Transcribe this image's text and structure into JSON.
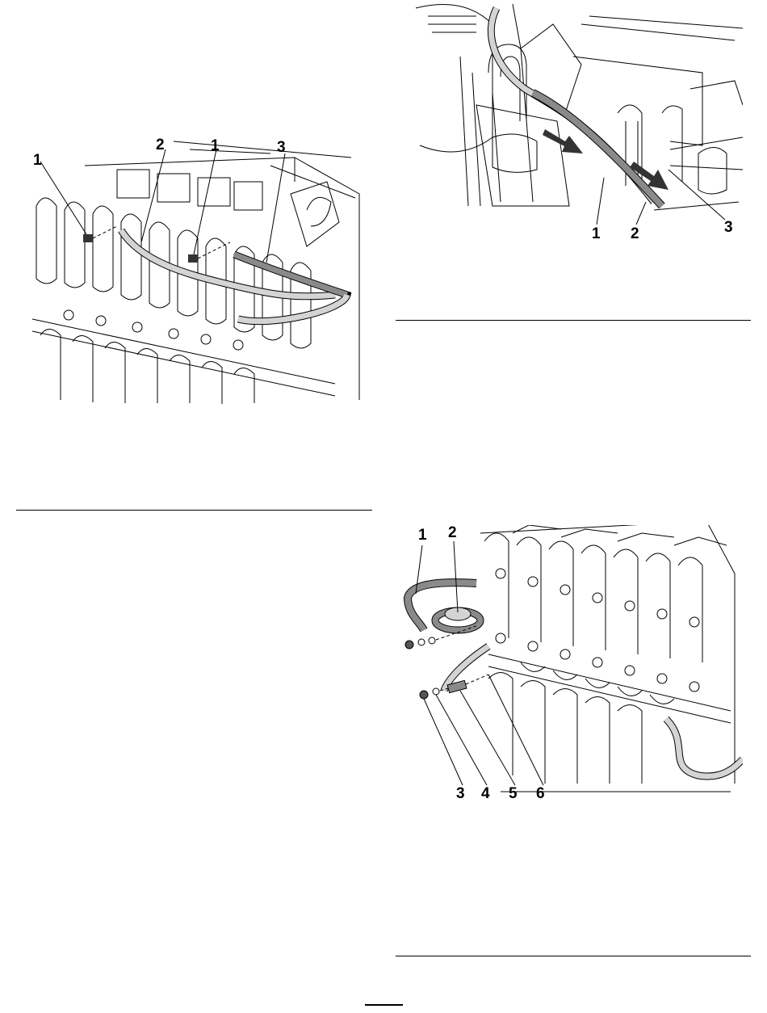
{
  "figures": [
    {
      "id": "fig-left",
      "callouts": [
        "1",
        "2",
        "1",
        "3"
      ]
    },
    {
      "id": "fig-right-top",
      "callouts": [
        "1",
        "2",
        "3"
      ]
    },
    {
      "id": "fig-right-bottom",
      "callouts": [
        "1",
        "2",
        "3",
        "4",
        "5",
        "6"
      ]
    }
  ],
  "colors": {
    "line": "#000000",
    "cable_light": "#d4d4d4",
    "cable_dark": "#8a8a8a",
    "arrow": "#333333"
  }
}
